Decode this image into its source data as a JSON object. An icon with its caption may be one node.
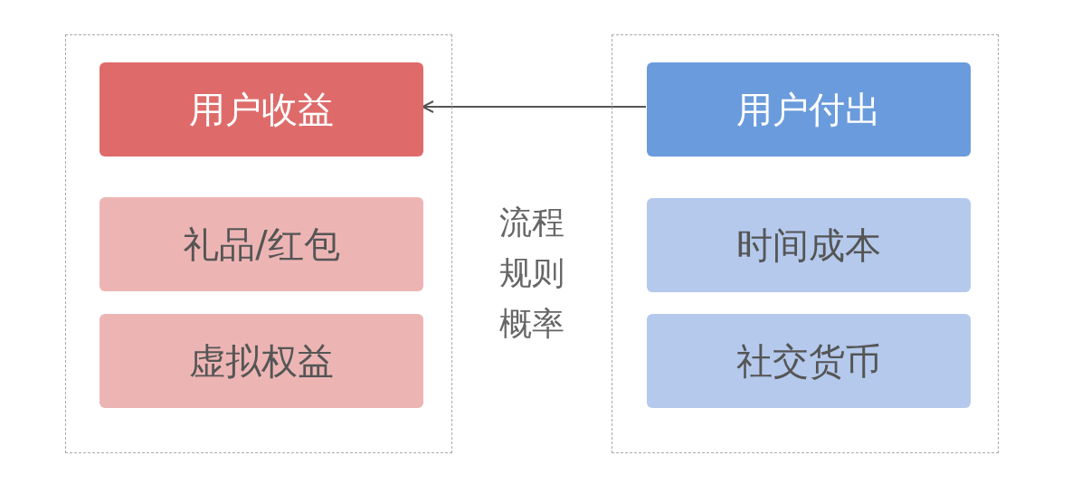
{
  "diagram": {
    "nodes": [
      {
        "text": [],
        "shape": "box"
      },
      {
        "text": [
          "用户收益"
        ],
        "in": 0
      },
      {
        "text": [
          "礼品/红包"
        ],
        "in": 0
      },
      {
        "text": [
          "虚拟权益"
        ],
        "in": 0
      },
      {
        "text": [],
        "shape": "box"
      },
      {
        "text": [
          "用户付出"
        ],
        "in": 4
      },
      {
        "text": [
          "时间成本"
        ],
        "in": 4
      },
      {
        "text": [
          "社交货币"
        ],
        "in": 4
      }
    ],
    "edges": [
      {
        "from": 5,
        "to": 1,
        "arrow": "to"
      }
    ],
    "labels": [
      "流程",
      "规则",
      "概率"
    ]
  }
}
